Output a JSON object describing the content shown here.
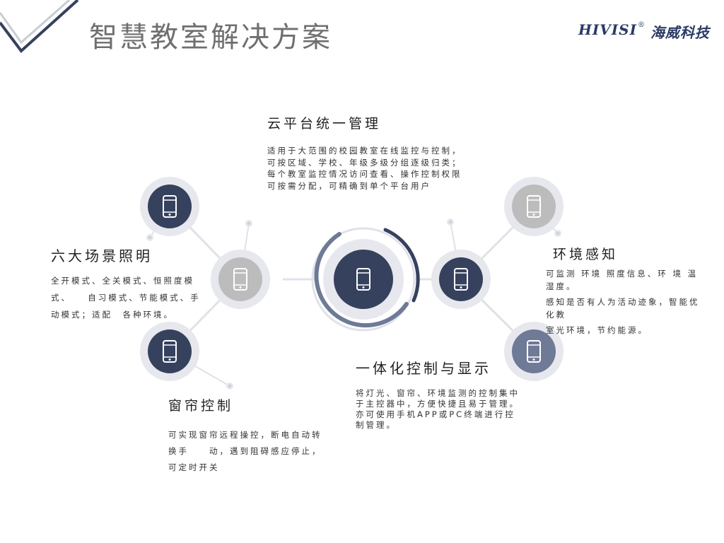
{
  "page": {
    "title": "智慧教室解决方案"
  },
  "logo": {
    "brand_en": "HIVISI",
    "registered": "®",
    "brand_cn": "海威科技"
  },
  "colors": {
    "dark_navy": "#36415e",
    "gray": "#bcbcbc",
    "slate": "#6e7a96",
    "ring": "#e6e8ee",
    "line": "#dfe2e8"
  },
  "sections": {
    "cloud": {
      "title": "云平台统一管理",
      "desc": "适用于大范围的校园教室在线监控与控制，可按区域、学校、年级多级分组逐级归类；每个教室监控情况访问查看、操作控制权限可按需分配，可精确到单个平台用户"
    },
    "lighting": {
      "title": "六大场景照明",
      "desc": "全开模式、全关模式、恒照度模式、　　自习模式、节能模式、手动模式；适配　各种环境。"
    },
    "curtain": {
      "title": "窗帘控制",
      "desc": "可实现窗帘远程操控，断电自动转换手　　动，遇到阻碍感应停止，可定时开关"
    },
    "env": {
      "title": "环境感知",
      "desc1": "可监测 环境 照度信息、环 境 温湿度。",
      "desc2": "感知是否有人为活动迹象，智能优化教",
      "desc3": "室光环境，节约能源。"
    },
    "integrated": {
      "title": "一体化控制与显示",
      "desc": "将灯光、窗帘、环境监测的控制集中于主控器中，方便快捷且易于管理。亦可使用手机APP或PC终端进行控制管理。"
    }
  }
}
